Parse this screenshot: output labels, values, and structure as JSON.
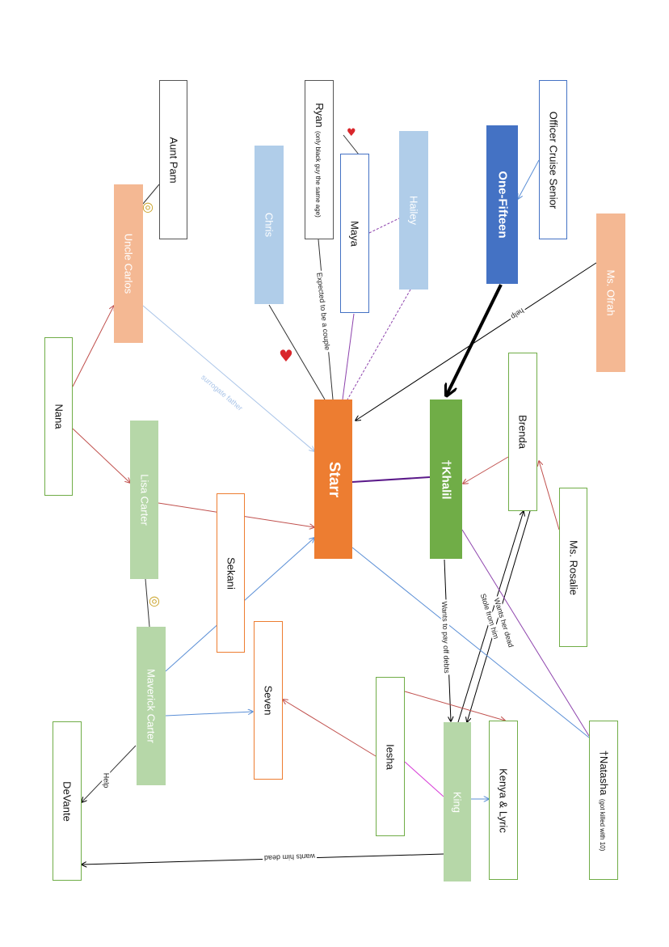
{
  "colors": {
    "orange_fill": "#f4b893",
    "green_fill": "#b6d7a8",
    "blue_fill": "#b0cde9",
    "starr": "#ed7d31",
    "khalil": "#70ad47",
    "one_fifteen": "#4472c4",
    "red_edge": "#c0504d",
    "blue_edge": "#5b8fd6",
    "purple_edge": "#8e44ad",
    "black_edge": "#000000"
  },
  "nodes": {
    "aunt_pam": "Aunt Pam",
    "uncle_carlos": "Uncle Carlos",
    "nana": "Nana",
    "lisa_carter": "Lisa Carter",
    "maverick_carter": "Maverick Carter",
    "devante": "DeVante",
    "sekani": "Sekani",
    "seven": "Seven",
    "chris": "Chris",
    "ryan_name": "Ryan",
    "ryan_note": "(only black guy the same age)",
    "maya": "Maya",
    "hailey": "Hailey",
    "starr": "Starr",
    "khalil": "†Khalil",
    "one_fifteen": "One-Fifteen",
    "officer_cruise": "Officer Cruise Senior",
    "ms_ofrah": "Ms. Ofrah",
    "brenda": "Brenda",
    "ms_rosalie": "Ms. Rosalie",
    "iesha": "Iesha",
    "king": "King",
    "kenya_lyric": "Kenya & Lyric",
    "natasha_name": "†Natasha",
    "natasha_note": "(got killed with 10)"
  },
  "edge_labels": {
    "surrogate": "surrogate father",
    "couple": "Expected to be a couple",
    "help_ofrah": "help",
    "wants_dead": "Wants her dead",
    "stole": "Stole from him",
    "debts": "Wants to pay off debts",
    "help_devante": "Help",
    "wants_him_dead": "wants him dead"
  },
  "icons": {
    "ring_icon": "wedding-rings-icon",
    "heart_icon": "heart-icon"
  }
}
